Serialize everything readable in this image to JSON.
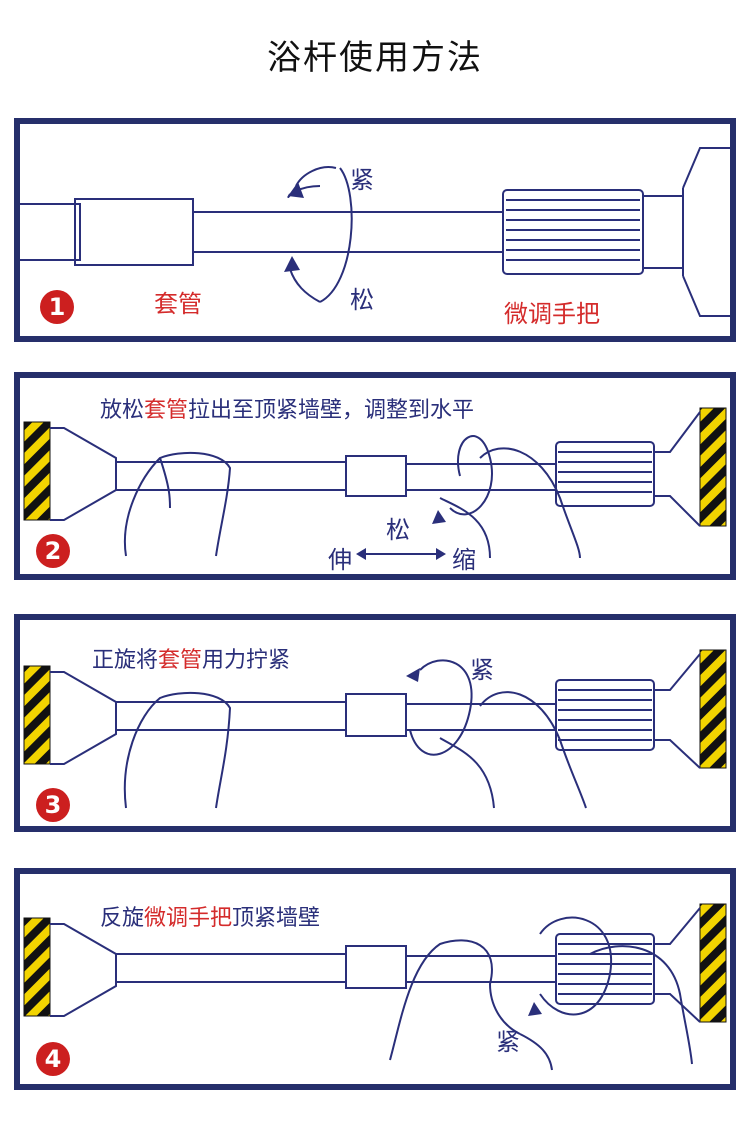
{
  "title": "浴杆使用方法",
  "step1": {
    "number": "1",
    "tighten": "紧",
    "loosen": "松",
    "sleeve": "套管",
    "knob": "微调手把"
  },
  "step2": {
    "number": "2",
    "caption_a": "放松",
    "caption_hl": "套管",
    "caption_b": "拉出至顶紧墙壁，调整到水平",
    "loosen": "松",
    "extend": "伸",
    "retract": "缩"
  },
  "step3": {
    "number": "3",
    "caption_a": "正旋将",
    "caption_hl": "套管",
    "caption_b": "用力拧紧",
    "tighten": "紧"
  },
  "step4": {
    "number": "4",
    "caption_a": "反旋",
    "caption_hl": "微调手把",
    "caption_b": "顶紧墙壁",
    "tighten": "紧"
  },
  "colors": {
    "frame": "#262f6b",
    "line": "#2a2f7a",
    "accent": "#d42b2b",
    "stripe": "#f2d400"
  }
}
